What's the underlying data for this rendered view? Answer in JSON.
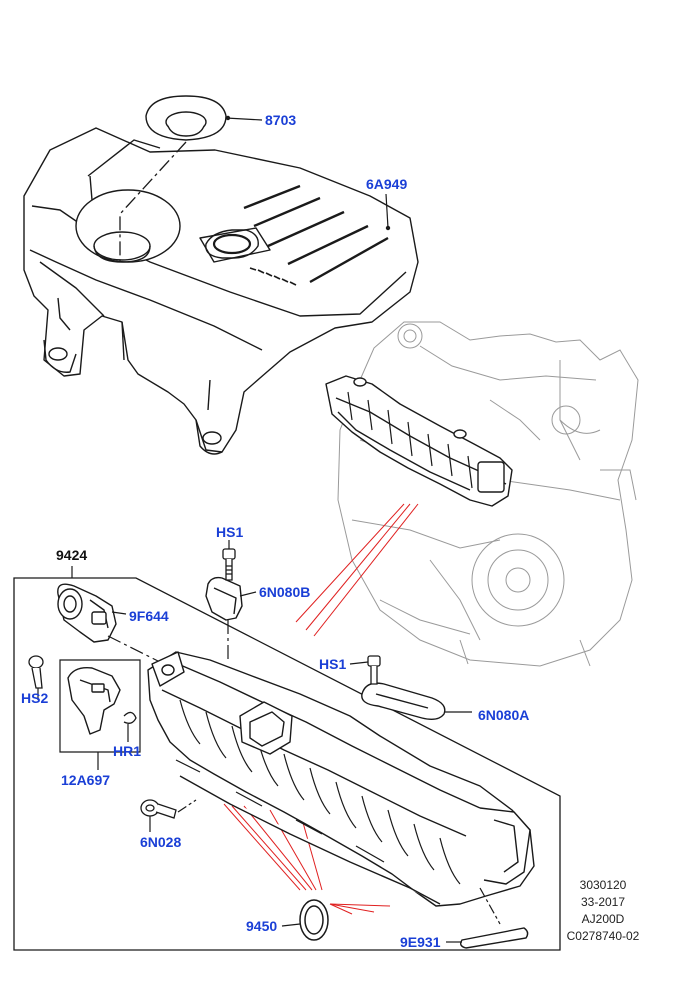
{
  "callouts": {
    "p8703": "8703",
    "p6A949": "6A949",
    "p9424": "9424",
    "pHS1_top": "HS1",
    "p6N080B": "6N080B",
    "p9F644": "9F644",
    "pHS2": "HS2",
    "pHR1": "HR1",
    "p12A697": "12A697",
    "pHS1_right": "HS1",
    "p6N080A": "6N080A",
    "p6N028": "6N028",
    "p9450": "9450",
    "p9E931": "9E931"
  },
  "reference": {
    "line1": "3030120",
    "line2": "33-2017",
    "line3": "AJ200D",
    "line4": "C0278740-02"
  },
  "colors": {
    "callout_text": "#1a3fd6",
    "leader_red": "#e02020",
    "line_art": "#1a1a1a",
    "ghost_engine": "#9a9a9a"
  }
}
